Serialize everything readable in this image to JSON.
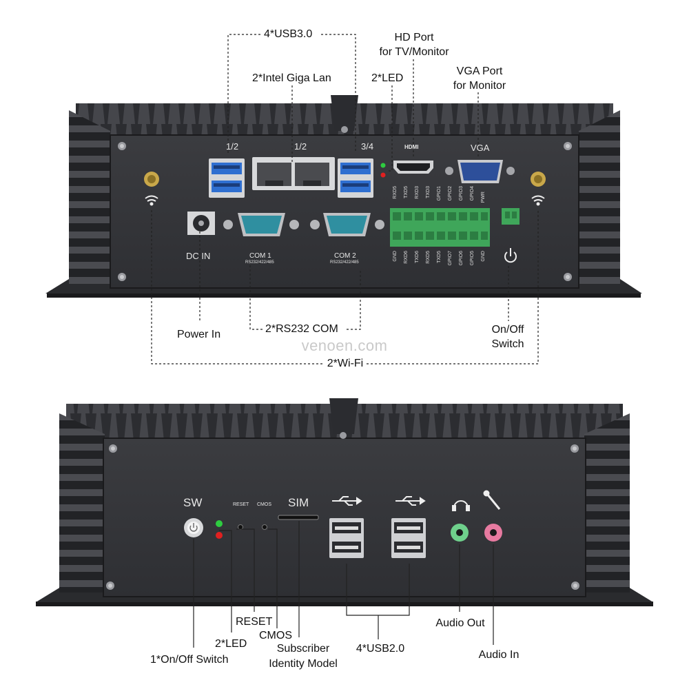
{
  "top_device": {
    "callouts": {
      "usb3": "4*USB3.0",
      "lan": "2*Intel Giga Lan",
      "hd_port_line1": "HD Port",
      "hd_port_line2": "for TV/Monitor",
      "led": "2*LED",
      "vga_line1": "VGA Port",
      "vga_line2": "for Monitor",
      "power_in": "Power In",
      "com": "2*RS232 COM",
      "onoff_line1": "On/Off",
      "onoff_line2": "Switch",
      "wifi": "2*Wi-Fi"
    },
    "panel": {
      "usb_12": "1/2",
      "lan_12": "1/2",
      "usb_34": "3/4",
      "hdmi": "HDMI",
      "vga": "VGA",
      "dc_in": "DC IN",
      "com1": "COM 1",
      "com1_sub": "RS232/422/485",
      "com2": "COM 2",
      "com2_sub": "RS232/422/485",
      "gpio_top": [
        "RXD5",
        "TXD5",
        "RXD3",
        "TXD3",
        "GPIO1",
        "GPIO2",
        "GPIO3",
        "GPIO4",
        "PWR"
      ],
      "gpio_bottom": [
        "GND",
        "RXD6",
        "TXD6",
        "RXD5",
        "TXD5",
        "GPIO7",
        "GPIO6",
        "GPIO5",
        "GND"
      ]
    }
  },
  "bottom_device": {
    "callouts": {
      "onoff": "1*On/Off Switch",
      "led": "2*LED",
      "reset": "RESET",
      "cmos": "CMOS",
      "sim_line1": "Subscriber",
      "sim_line2": "Identity Model",
      "usb2": "4*USB2.0",
      "audio_out": "Audio Out",
      "audio_in": "Audio In"
    },
    "panel": {
      "sw": "SW",
      "reset": "RESET",
      "cmos": "CMOS",
      "sim": "SIM"
    }
  },
  "watermark": "venoen.com",
  "colors": {
    "chassis": "#2a2b2e",
    "panel": "#3a3b3f",
    "usb3_blue": "#2f6fd0",
    "com_teal": "#2f8fa0",
    "gpio_green": "#3fa65a",
    "led_green": "#2ecc40",
    "led_red": "#e02020",
    "audio_out_green": "#6fd08c",
    "audio_in_pink": "#e77aa0"
  }
}
